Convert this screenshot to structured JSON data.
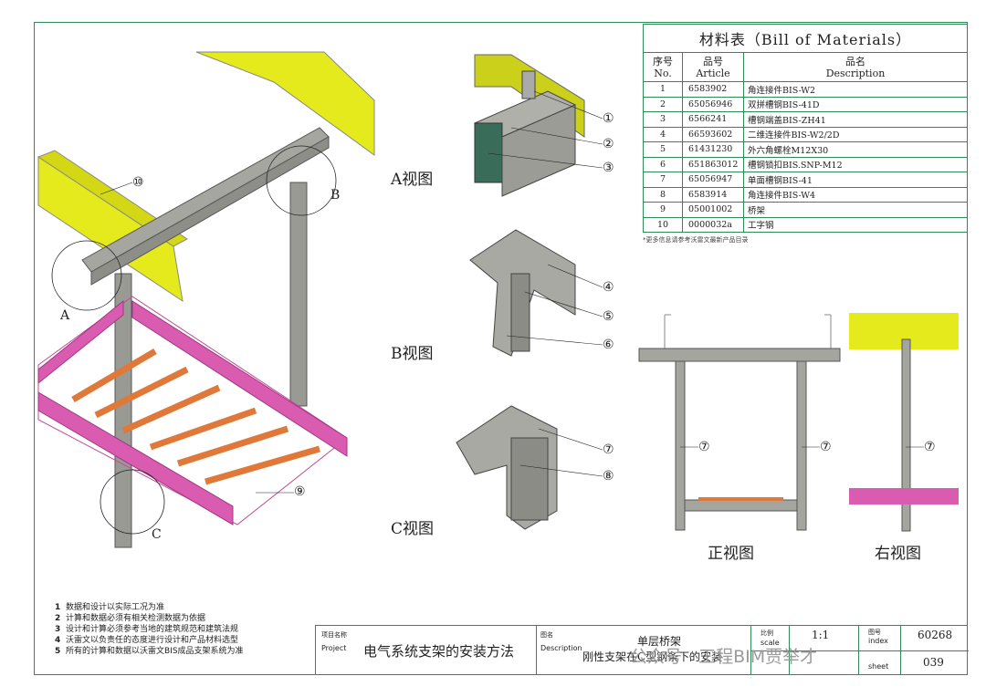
{
  "bom": {
    "title": "材料表（Bill of Materials）",
    "h_no_cn": "序号",
    "h_no_en": "No.",
    "h_art_cn": "品号",
    "h_art_en": "Article",
    "h_desc_cn": "品名",
    "h_desc_en": "Description",
    "rows": [
      {
        "no": "1",
        "article": "6583902",
        "desc": "角连接件BIS-W2"
      },
      {
        "no": "2",
        "article": "65056946",
        "desc": "双拼槽钢BIS-41D"
      },
      {
        "no": "3",
        "article": "6566241",
        "desc": "槽钢端盖BIS-ZH41"
      },
      {
        "no": "4",
        "article": "66593602",
        "desc": "二维连接件BIS-W2/2D"
      },
      {
        "no": "5",
        "article": "61431230",
        "desc": "外六角螺栓M12X30"
      },
      {
        "no": "6",
        "article": "651863012",
        "desc": "槽钢锁扣BIS.SNP-M12"
      },
      {
        "no": "7",
        "article": "65056947",
        "desc": "单面槽钢BIS-41"
      },
      {
        "no": "8",
        "article": "6583914",
        "desc": "角连接件BIS-W4"
      },
      {
        "no": "9",
        "article": "05001002",
        "desc": "桥架"
      },
      {
        "no": "10",
        "article": "0000032a",
        "desc": "工字钢"
      }
    ],
    "note": "*更多信息请参考沃雷文最新产品目录"
  },
  "views": {
    "a": "A视图",
    "b": "B视图",
    "c": "C视图",
    "front": "正视图",
    "right": "右视图"
  },
  "detail_labels": {
    "a": "A",
    "b": "B",
    "c": "C"
  },
  "callouts": [
    "①",
    "②",
    "③",
    "④",
    "⑤",
    "⑥",
    "⑦",
    "⑧",
    "⑨",
    "⑩"
  ],
  "notes": [
    {
      "n": "1",
      "t": "数据和设计以实际工况为准"
    },
    {
      "n": "2",
      "t": "计算和数据必须有相关检测数据为依据"
    },
    {
      "n": "3",
      "t": "设计和计算必须参考当地的建筑规范和建筑法规"
    },
    {
      "n": "4",
      "t": "沃雷文以负责任的态度进行设计和产品材料选型"
    },
    {
      "n": "5",
      "t": "所有的计算和数据以沃雷文BIS成品支架系统为准"
    }
  ],
  "title_block": {
    "project_cn": "项目名称",
    "project_en": "Project",
    "project": "电气系统支架的安装方法",
    "desc_cn": "图名",
    "desc_en": "Description",
    "desc_line1": "单层桥架",
    "desc_line2": "刚性支架在C型钢条下的安装",
    "scale_cn": "比例",
    "scale_en": "scale",
    "scale": "1:1",
    "index_cn": "图号",
    "index_en": "index",
    "index": "60268",
    "sheet_en": "sheet",
    "sheet": "039"
  },
  "watermark": "公众号 · 工程BIM贾举才",
  "colors": {
    "frame": "#2e8b57",
    "beam": "#e4ea1c",
    "tray": "#d95cb0",
    "rung": "#e0783a",
    "steel": "#9a9a94"
  }
}
